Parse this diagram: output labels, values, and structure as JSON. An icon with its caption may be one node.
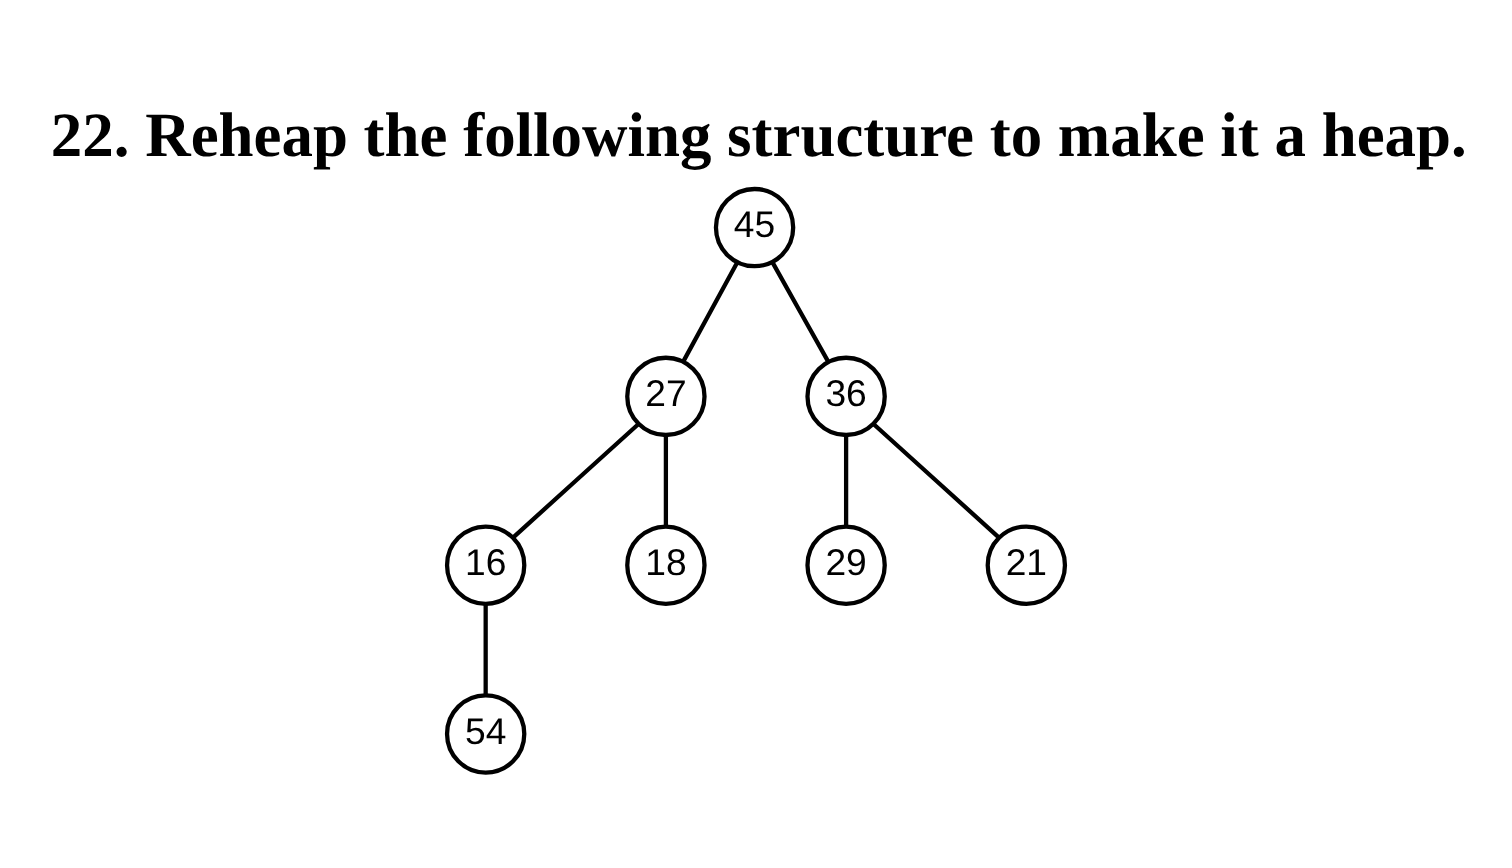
{
  "diagram": {
    "title": "22. Reheap the following structure to make it a heap.",
    "nodes": [
      {
        "text": [
          "45"
        ]
      },
      {
        "text": [
          "27"
        ]
      },
      {
        "text": [
          "36"
        ]
      },
      {
        "text": [
          "16"
        ]
      },
      {
        "text": [
          "18"
        ]
      },
      {
        "text": [
          "29"
        ]
      },
      {
        "text": [
          "21"
        ]
      },
      {
        "text": [
          "54"
        ]
      }
    ],
    "edges": [
      {
        "from": 0,
        "to": 1,
        "arrow": "none"
      },
      {
        "from": 0,
        "to": 2,
        "arrow": "none"
      },
      {
        "from": 1,
        "to": 3,
        "arrow": "none"
      },
      {
        "from": 1,
        "to": 4,
        "arrow": "none"
      },
      {
        "from": 2,
        "to": 5,
        "arrow": "none"
      },
      {
        "from": 2,
        "to": 6,
        "arrow": "none"
      },
      {
        "from": 3,
        "to": 7,
        "arrow": "none"
      }
    ]
  }
}
